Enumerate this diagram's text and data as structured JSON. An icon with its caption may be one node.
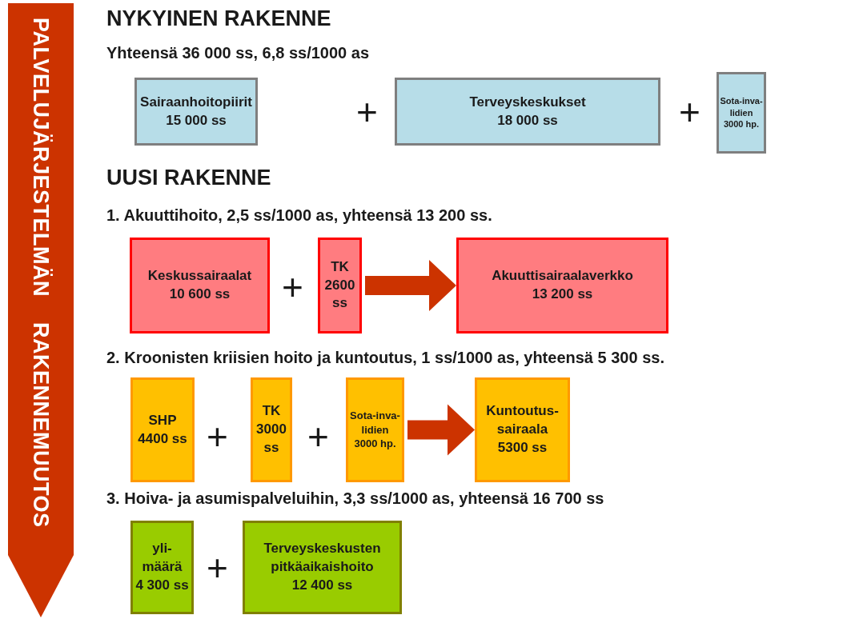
{
  "diagram": {
    "nodes": [
      {
        "text": [
          "PALVELUJÄRJESTELMÄN RAKENNEMUUTOS"
        ]
      },
      {
        "text": [
          "Sairaanhoitopiirit",
          "15 000 ss"
        ]
      },
      {
        "text": [
          "Terveyskeskukset",
          "18 000 ss"
        ]
      },
      {
        "text": [
          "Sota-inva-lidien",
          "3000 hp."
        ]
      },
      {
        "text": [
          "Keskussairaalat",
          "10 600 ss"
        ]
      },
      {
        "text": [
          "TK",
          "2600 ss"
        ]
      },
      {
        "text": [
          "Akuuttisairaalaverkko",
          "13 200 ss"
        ]
      },
      {
        "text": [
          "SHP",
          "4400 ss"
        ]
      },
      {
        "text": [
          "TK",
          "3000 ss"
        ]
      },
      {
        "text": [
          "Sota-inva-lidien",
          "3000 hp."
        ]
      },
      {
        "text": [
          "Kuntoutus-sairaala",
          "5300 ss"
        ]
      },
      {
        "text": [
          "yli-määrä",
          "4 300 ss"
        ]
      },
      {
        "text": [
          "Terveyskeskusten pitkäaikaishoito",
          "12 400 ss"
        ]
      }
    ],
    "edges": [
      {
        "from": 5,
        "to": 6,
        "arrow": "to",
        "style": "thick"
      },
      {
        "from": 9,
        "to": 10,
        "arrow": "to",
        "style": "thick"
      }
    ],
    "labels": [
      "NYKYINEN RAKENNE",
      "Yhteensä 36 000 ss, 6,8 ss/1000 as",
      "+",
      "+",
      "UUSI RAKENNE",
      "1. Akuuttihoito, 2,5 ss/1000 as, yhteensä 13 200 ss.",
      "+",
      "2. Kroonisten kriisien hoito ja kuntoutus, 1 ss/1000 as, yhteensä 5 300 ss.",
      "+",
      "+",
      "3. Hoiva- ja asumispalveluihin, 3,3 ss/1000 as, yhteensä 16 700 ss",
      "+"
    ]
  }
}
